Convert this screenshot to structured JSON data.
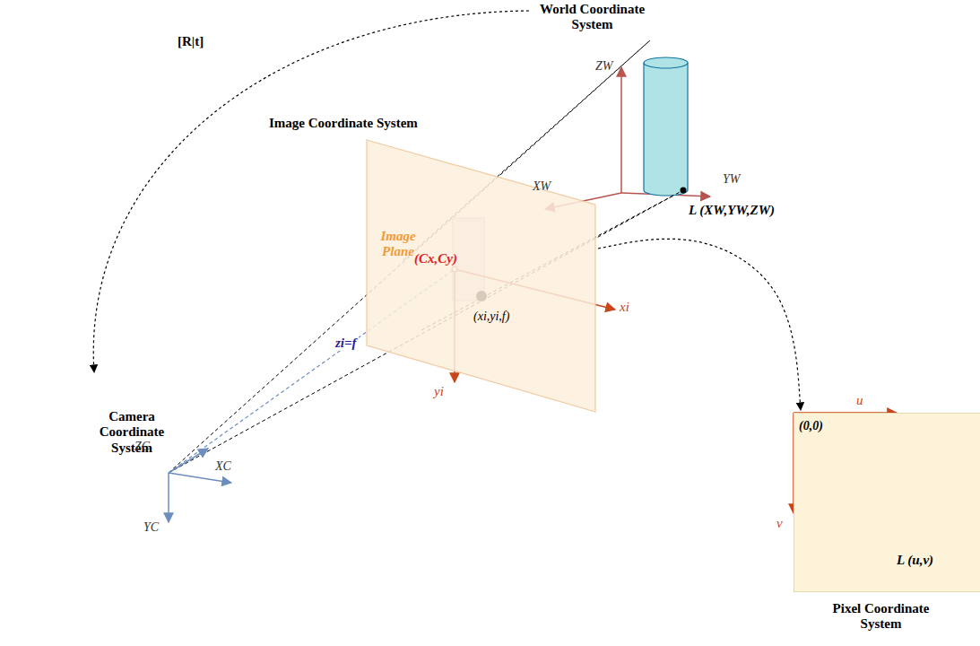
{
  "diagram": {
    "nodes": [
      {
        "text": [
          "Image Coordinate System",
          "Image Plane"
        ]
      },
      {
        "text": [
          "Pixel Coordinate System"
        ]
      }
    ],
    "edges": [
      {
        "from": 0,
        "to": 1,
        "arrow": "to"
      }
    ],
    "labels": [
      "World Coordinate System",
      "[R|t]",
      "ZW",
      "XW",
      "YW",
      "L (XW,YW,ZW)",
      "(Cx,Cy)",
      "(xi,yi,f)",
      "xi",
      "yi",
      "zi=f",
      "Camera Coordinate System",
      "ZC",
      "XC",
      "YC",
      "(0,0)",
      "u",
      "v",
      "L (u,v)"
    ]
  }
}
